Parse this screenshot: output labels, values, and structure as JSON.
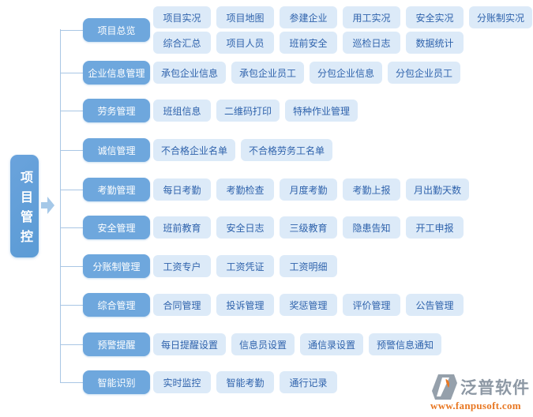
{
  "root": {
    "label": "项目管控"
  },
  "categories": [
    {
      "label": "项目总览",
      "rows": [
        [
          "项目实况",
          "项目地图",
          "参建企业",
          "用工实况",
          "安全实况",
          "分账制实况"
        ],
        [
          "综合汇总",
          "项目人员",
          "班前安全",
          "巡检日志",
          "数据统计"
        ]
      ]
    },
    {
      "label": "企业信息管理",
      "rows": [
        [
          "承包企业信息",
          "承包企业员工",
          "分包企业信息",
          "分包企业员工"
        ]
      ]
    },
    {
      "label": "劳务管理",
      "rows": [
        [
          "班组信息",
          "二维码打印",
          "特种作业管理"
        ]
      ]
    },
    {
      "label": "诚信管理",
      "rows": [
        [
          "不合格企业名单",
          "不合格劳务工名单"
        ]
      ]
    },
    {
      "label": "考勤管理",
      "rows": [
        [
          "每日考勤",
          "考勤检查",
          "月度考勤",
          "考勤上报",
          "月出勤天数"
        ]
      ]
    },
    {
      "label": "安全管理",
      "rows": [
        [
          "班前教育",
          "安全日志",
          "三级教育",
          "隐患告知",
          "开工申报"
        ]
      ]
    },
    {
      "label": "分账制管理",
      "rows": [
        [
          "工资专户",
          "工资凭证",
          "工资明细"
        ]
      ]
    },
    {
      "label": "综合管理",
      "rows": [
        [
          "合同管理",
          "投诉管理",
          "奖惩管理",
          "评价管理",
          "公告管理"
        ]
      ]
    },
    {
      "label": "预警提醒",
      "rows": [
        [
          "每日提醒设置",
          "信息员设置",
          "通信录设置",
          "预警信息通知"
        ]
      ]
    },
    {
      "label": "智能识别",
      "rows": [
        [
          "实时监控",
          "智能考勤",
          "通行记录"
        ]
      ]
    }
  ],
  "logo": {
    "name": "泛普软件",
    "url": "www.fanpusoft.com"
  },
  "colors": {
    "root_blue": "#5b9bd5",
    "category_blue": "#6ea7dd",
    "item_bg": "#dceaf8",
    "item_text": "#2f63ac",
    "connector_line": "#a9c6e4",
    "arrow_blue": "#a5c8e8",
    "logo_gray": "#95a0ab",
    "logo_orange": "#e87722"
  }
}
